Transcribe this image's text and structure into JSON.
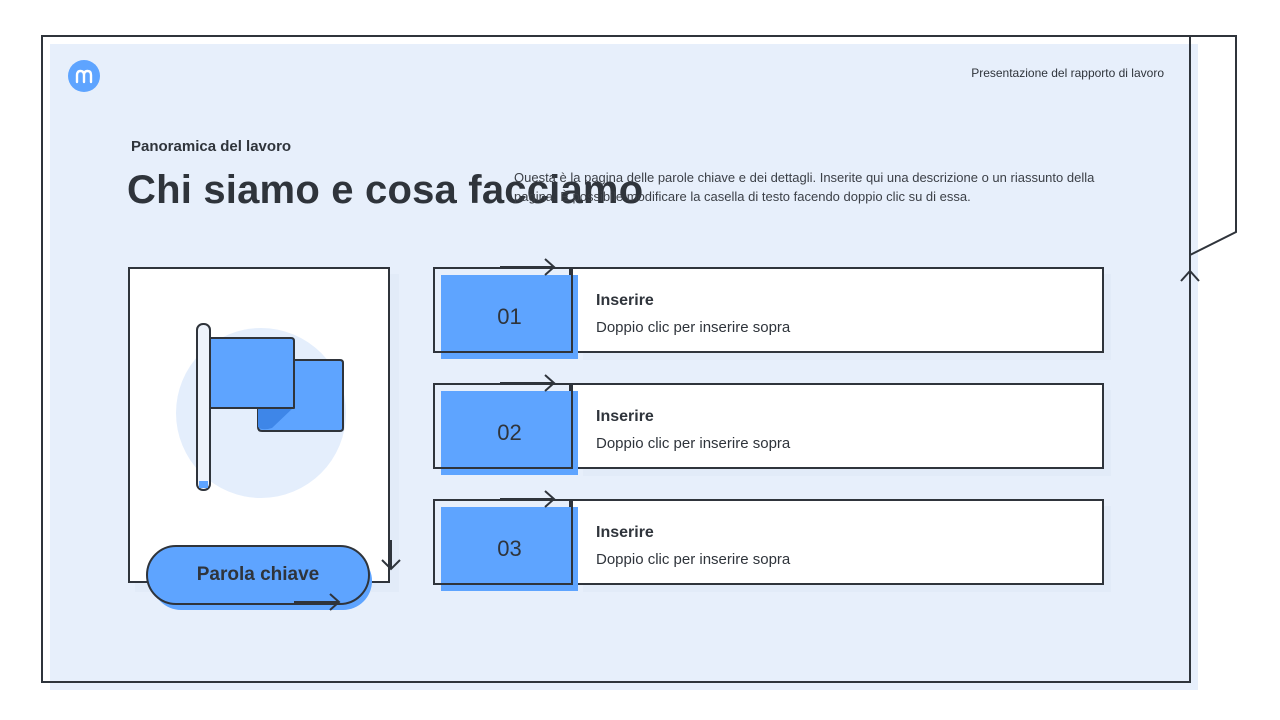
{
  "header": {
    "presentation_label": "Presentazione del rapporto di lavoro"
  },
  "intro": {
    "eyebrow": "Panoramica del lavoro",
    "title": "Chi siamo e cosa facciamo",
    "description": "Questa è la pagina delle parole chiave e dei dettagli. Inserite qui una descrizione o un riassunto della pagina. È possibile modificare la casella di testo facendo doppio clic su di essa."
  },
  "keyword_card": {
    "label": "Parola chiave",
    "icon": "flag-icon"
  },
  "items": [
    {
      "number": "01",
      "title": "Inserire",
      "subtitle": "Doppio clic per inserire sopra"
    },
    {
      "number": "02",
      "title": "Inserire",
      "subtitle": "Doppio clic per inserire sopra"
    },
    {
      "number": "03",
      "title": "Inserire",
      "subtitle": "Doppio clic per inserire sopra"
    }
  ],
  "colors": {
    "accent": "#5ea4ff",
    "background": "#e7effb",
    "outline": "#2f343b"
  }
}
